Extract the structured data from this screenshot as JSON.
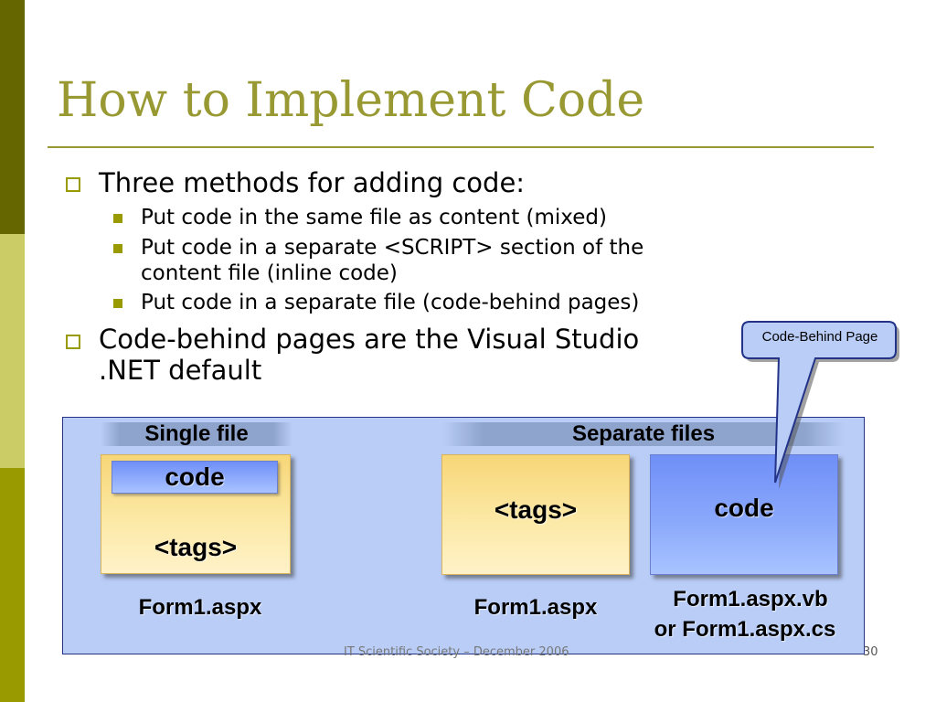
{
  "slide": {
    "title": "How to Implement Code",
    "bullets": [
      {
        "text": "Three methods for adding code:",
        "sub": [
          "Put code in the same file as content (mixed)",
          "Put code in a separate <SCRIPT> section of the",
          "content file (inline code)",
          "Put code in a separate file (code-behind pages)"
        ]
      },
      {
        "text_line1": "Code-behind pages are the Visual Studio",
        "text_line2": ".NET default"
      }
    ],
    "footer": "IT Scientific Society – December 2006",
    "page_number": "30"
  },
  "diagram": {
    "single_header": "Single file",
    "separate_header": "Separate files",
    "single_code": "code",
    "single_tags": "<tags>",
    "single_caption": "Form1.aspx",
    "separate_tags": "<tags>",
    "separate_tags_caption": "Form1.aspx",
    "separate_code": "code",
    "separate_code_caption_1": "Form1.aspx.vb",
    "separate_code_caption_2": "or Form1.aspx.cs"
  },
  "callout": {
    "label": "Code-Behind Page"
  },
  "colors": {
    "title": "#999933",
    "stripe_dark": "#666600",
    "stripe_light": "#cccc66",
    "stripe_mid": "#999900",
    "diagram_bg": "#b9cdf7"
  }
}
